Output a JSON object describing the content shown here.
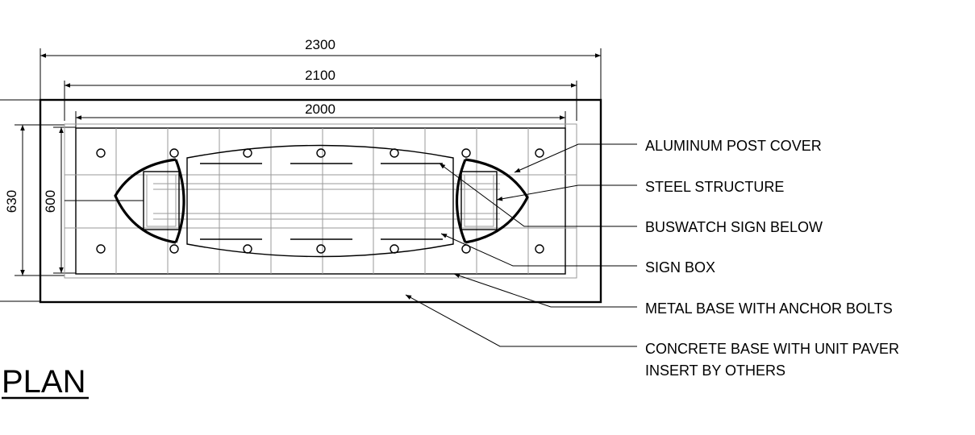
{
  "dimensions": {
    "overall_width": "2300",
    "base_width": "2100",
    "inner_width": "2000",
    "overall_depth": "630",
    "inner_depth": "600"
  },
  "callouts": [
    {
      "id": "aluminum-post-cover",
      "label": "ALUMINUM POST COVER"
    },
    {
      "id": "steel-structure",
      "label": "STEEL STRUCTURE"
    },
    {
      "id": "buswatch-sign-below",
      "label": "BUSWATCH SIGN BELOW"
    },
    {
      "id": "sign-box",
      "label": "SIGN BOX"
    },
    {
      "id": "metal-base-with-anchor-bolts",
      "label": "METAL BASE WITH ANCHOR BOLTS"
    },
    {
      "id": "concrete-base-with-unit-paver",
      "label": "CONCRETE BASE WITH UNIT PAVER",
      "label_line2": "INSERT BY OTHERS"
    }
  ],
  "title": "PLAN"
}
